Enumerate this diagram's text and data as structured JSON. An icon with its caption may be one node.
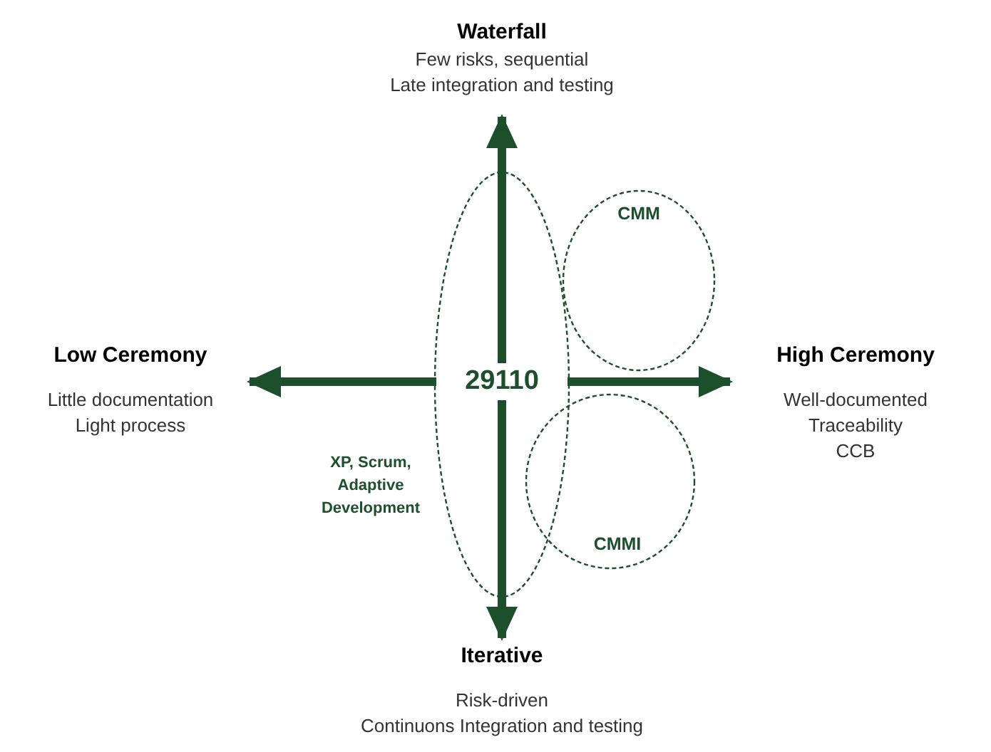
{
  "diagram": {
    "nodes": [
      {
        "text": [],
        "shape": "ellipse"
      },
      {
        "text": [
          "29110"
        ],
        "in": 0
      },
      {
        "text": [
          "CMM"
        ]
      },
      {
        "text": [
          "CMMI"
        ]
      },
      {
        "text": [
          "Waterfall",
          "Few risks, sequential",
          "Late integration and testing"
        ]
      },
      {
        "text": [
          "Low Ceremony",
          "Little documentation",
          "Light process"
        ]
      },
      {
        "text": [
          "High Ceremony",
          "Well-documented",
          "Traceability",
          "CCB"
        ]
      },
      {
        "text": [
          "Iterative",
          "Risk-driven",
          "Continuons Integration and testing"
        ]
      }
    ],
    "edges": [
      {
        "from": 1,
        "to": 4,
        "arrow": "to"
      },
      {
        "from": 1,
        "to": 7,
        "arrow": "to"
      },
      {
        "from": 1,
        "to": 5,
        "arrow": "to"
      },
      {
        "from": 1,
        "to": 6,
        "arrow": "to"
      }
    ],
    "labels": [
      "XP, Scrum, Adaptive Development"
    ]
  }
}
